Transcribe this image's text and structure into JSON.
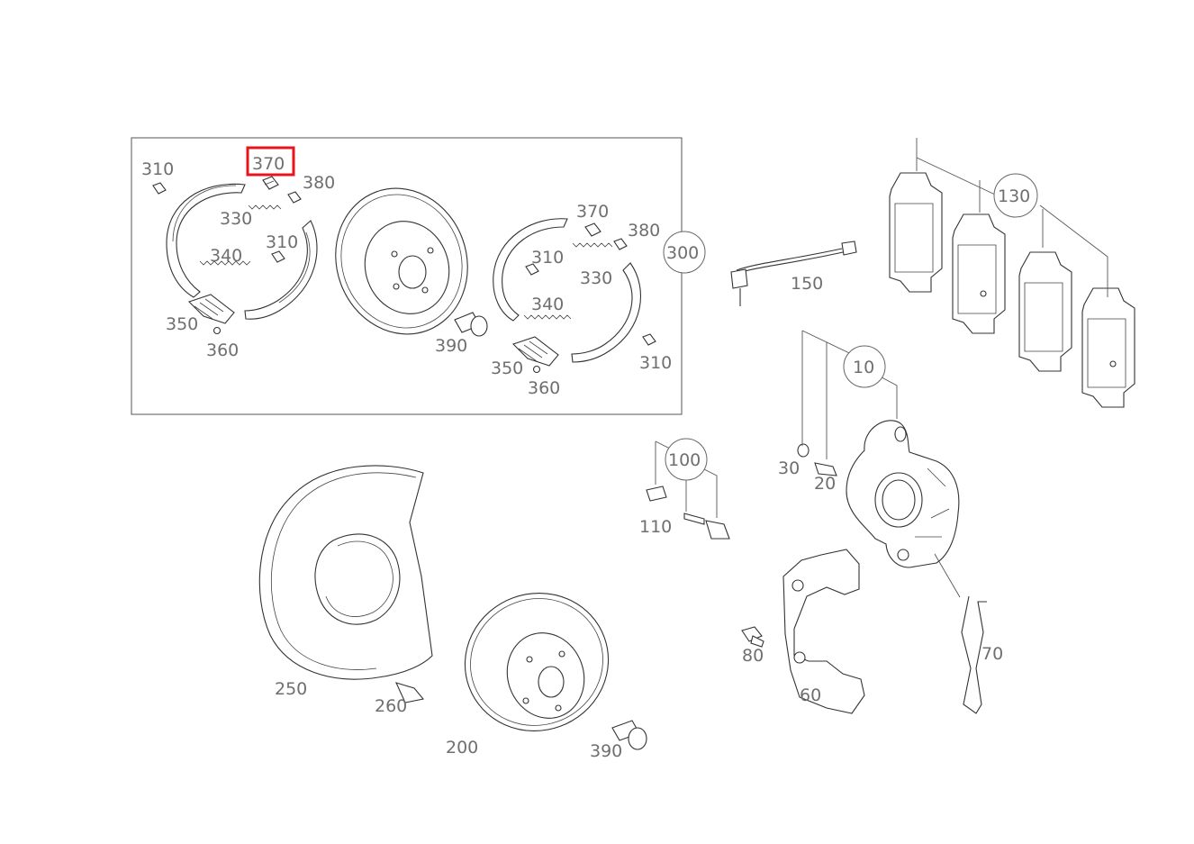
{
  "diagram": {
    "callouts": {
      "c310a": "310",
      "c370a": "370",
      "c380a": "380",
      "c330a": "330",
      "c310b": "310",
      "c340a": "340",
      "c350a": "350",
      "c360a": "360",
      "c370b": "370",
      "c380b": "380",
      "c310c": "310",
      "c330b": "330",
      "c340b": "340",
      "c390a": "390",
      "c350b": "350",
      "c360b": "360",
      "c310d": "310",
      "c300": "300",
      "c150": "150",
      "c130": "130",
      "c10": "10",
      "c100": "100",
      "c110": "110",
      "c30": "30",
      "c20": "20",
      "c80": "80",
      "c60": "60",
      "c70": "70",
      "c250": "250",
      "c260": "260",
      "c200": "200",
      "c390b": "390"
    },
    "highlighted_part": "370",
    "highlight_color": "#e8141b"
  }
}
